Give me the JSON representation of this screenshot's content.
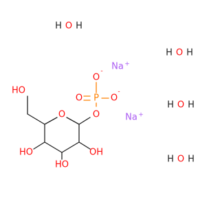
{
  "labels": {
    "water_h": "H",
    "water_o": "O",
    "na": "Na",
    "plus": "+",
    "minus": "-",
    "o": "O",
    "p": "P",
    "ho": "HO",
    "oh": "OH"
  },
  "colors": {
    "carbon_bond": "#222222",
    "oxygen": "#ff0d0d",
    "phosphorus": "#ff8000",
    "sodium": "#ab5cf2"
  }
}
